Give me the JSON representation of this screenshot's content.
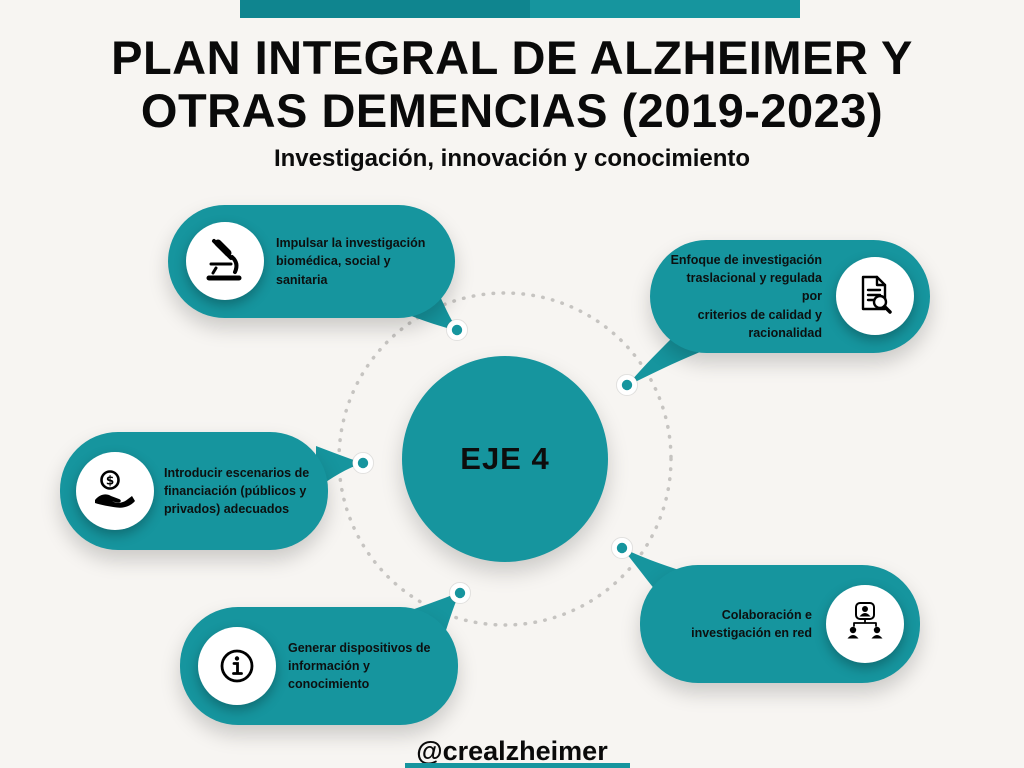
{
  "colors": {
    "teal": "#16959e",
    "teal_dark": "#0f858f",
    "background": "#f7f5f2",
    "text": "#0b0b0b",
    "dotted_ring": "#c6c4c1"
  },
  "header": {
    "title_line1": "PLAN INTEGRAL DE ALZHEIMER Y",
    "title_line2": "OTRAS DEMENCIAS (2019-2023)",
    "subtitle": "Investigación, innovación y conocimiento"
  },
  "hub": {
    "label": "EJE 4"
  },
  "callouts": [
    {
      "id": "investigacion-biomedica",
      "icon": "microscope-icon",
      "text": "Impulsar la investigación\nbiomédica, social y sanitaria"
    },
    {
      "id": "investigacion-traslacional",
      "icon": "document-magnifier-icon",
      "text": "Enfoque de investigación\ntraslacional y regulada por\ncriterios de calidad y\nracionalidad"
    },
    {
      "id": "financiacion",
      "icon": "hand-coin-icon",
      "text": "Introducir escenarios de\nfinanciación (públicos y\nprivados) adecuados"
    },
    {
      "id": "dispositivos-informacion",
      "icon": "info-icon",
      "text": "Generar dispositivos de\ninformación y conocimiento"
    },
    {
      "id": "colaboracion-red",
      "icon": "network-people-icon",
      "text": "Colaboración e\ninvestigación en red"
    }
  ],
  "footer": {
    "handle": "@crealzheimer"
  }
}
